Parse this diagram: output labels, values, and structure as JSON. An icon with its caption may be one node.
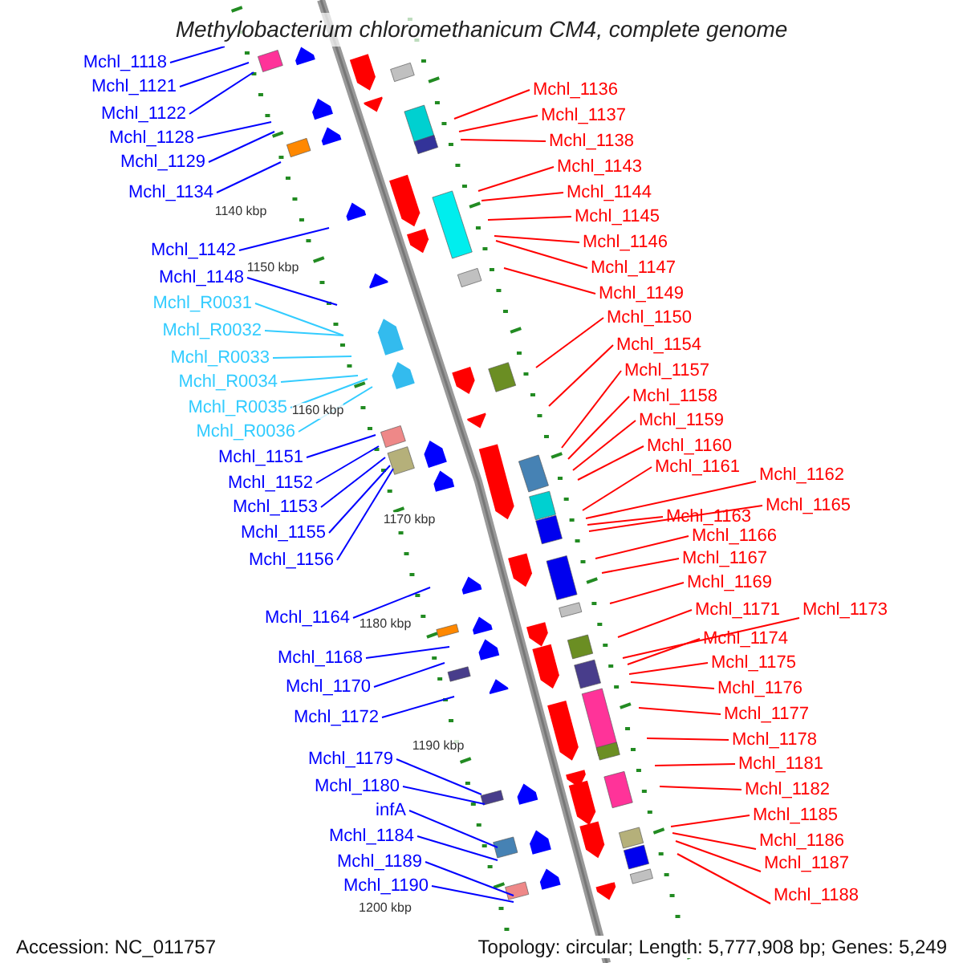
{
  "diagram": {
    "title": "Methylobacterium chloromethanicum CM4, complete genome",
    "nodes": [
      {
        "text": [
          "Mchl_1118"
        ]
      },
      {
        "text": [
          "Mchl_1121"
        ]
      },
      {
        "text": [
          "Mchl_1122"
        ]
      },
      {
        "text": [
          "Mchl_1128"
        ]
      },
      {
        "text": [
          "Mchl_1129"
        ]
      },
      {
        "text": [
          "Mchl_1134"
        ]
      },
      {
        "text": [
          "Mchl_1142"
        ]
      },
      {
        "text": [
          "Mchl_1148"
        ]
      },
      {
        "text": [
          "Mchl_R0031"
        ]
      },
      {
        "text": [
          "Mchl_R0032"
        ]
      },
      {
        "text": [
          "Mchl_R0033"
        ]
      },
      {
        "text": [
          "Mchl_R0034"
        ]
      },
      {
        "text": [
          "Mchl_R0035"
        ]
      },
      {
        "text": [
          "Mchl_R0036"
        ]
      },
      {
        "text": [
          "Mchl_1151"
        ]
      },
      {
        "text": [
          "Mchl_1152"
        ]
      },
      {
        "text": [
          "Mchl_1153"
        ]
      },
      {
        "text": [
          "Mchl_1155"
        ]
      },
      {
        "text": [
          "Mchl_1156"
        ]
      },
      {
        "text": [
          "Mchl_1164"
        ]
      },
      {
        "text": [
          "Mchl_1168"
        ]
      },
      {
        "text": [
          "Mchl_1170"
        ]
      },
      {
        "text": [
          "Mchl_1172"
        ]
      },
      {
        "text": [
          "Mchl_1179"
        ]
      },
      {
        "text": [
          "Mchl_1180"
        ]
      },
      {
        "text": [
          "infA"
        ]
      },
      {
        "text": [
          "Mchl_1184"
        ]
      },
      {
        "text": [
          "Mchl_1189"
        ]
      },
      {
        "text": [
          "Mchl_1190"
        ]
      },
      {
        "text": [
          "Mchl_1136"
        ]
      },
      {
        "text": [
          "Mchl_1137"
        ]
      },
      {
        "text": [
          "Mchl_1138"
        ]
      },
      {
        "text": [
          "Mchl_1143"
        ]
      },
      {
        "text": [
          "Mchl_1144"
        ]
      },
      {
        "text": [
          "Mchl_1145"
        ]
      },
      {
        "text": [
          "Mchl_1146"
        ]
      },
      {
        "text": [
          "Mchl_1147"
        ]
      },
      {
        "text": [
          "Mchl_1149"
        ]
      },
      {
        "text": [
          "Mchl_1150"
        ]
      },
      {
        "text": [
          "Mchl_1154"
        ]
      },
      {
        "text": [
          "Mchl_1157"
        ]
      },
      {
        "text": [
          "Mchl_1158"
        ]
      },
      {
        "text": [
          "Mchl_1159"
        ]
      },
      {
        "text": [
          "Mchl_1160"
        ]
      },
      {
        "text": [
          "Mchl_1161"
        ]
      },
      {
        "text": [
          "Mchl_1162"
        ]
      },
      {
        "text": [
          "Mchl_1163"
        ]
      },
      {
        "text": [
          "Mchl_1165"
        ]
      },
      {
        "text": [
          "Mchl_1166"
        ]
      },
      {
        "text": [
          "Mchl_1167"
        ]
      },
      {
        "text": [
          "Mchl_1169"
        ]
      },
      {
        "text": [
          "Mchl_1171"
        ]
      },
      {
        "text": [
          "Mchl_1173"
        ]
      },
      {
        "text": [
          "Mchl_1174"
        ]
      },
      {
        "text": [
          "Mchl_1175"
        ]
      },
      {
        "text": [
          "Mchl_1176"
        ]
      },
      {
        "text": [
          "Mchl_1177"
        ]
      },
      {
        "text": [
          "Mchl_1178"
        ]
      },
      {
        "text": [
          "Mchl_1181"
        ]
      },
      {
        "text": [
          "Mchl_1182"
        ]
      },
      {
        "text": [
          "Mchl_1185"
        ]
      },
      {
        "text": [
          "Mchl_1186"
        ]
      },
      {
        "text": [
          "Mchl_1187"
        ]
      },
      {
        "text": [
          "Mchl_1188"
        ]
      }
    ],
    "edges": [
      {
        "from": 0,
        "to": null,
        "arrow": "none",
        "color": "#0000ff"
      },
      {
        "from": 1,
        "to": null,
        "arrow": "none",
        "color": "#0000ff"
      },
      {
        "from": 2,
        "to": null,
        "arrow": "none",
        "color": "#0000ff"
      },
      {
        "from": 3,
        "to": null,
        "arrow": "none",
        "color": "#0000ff"
      },
      {
        "from": 4,
        "to": null,
        "arrow": "none",
        "color": "#0000ff"
      },
      {
        "from": 5,
        "to": null,
        "arrow": "none",
        "color": "#0000ff"
      },
      {
        "from": 6,
        "to": null,
        "arrow": "none",
        "color": "#0000ff"
      },
      {
        "from": 7,
        "to": null,
        "arrow": "none",
        "color": "#0000ff"
      },
      {
        "from": 8,
        "to": null,
        "arrow": "none",
        "color": "#33ccff"
      },
      {
        "from": 9,
        "to": null,
        "arrow": "none",
        "color": "#33ccff"
      },
      {
        "from": 10,
        "to": null,
        "arrow": "none",
        "color": "#33ccff"
      },
      {
        "from": 11,
        "to": null,
        "arrow": "none",
        "color": "#33ccff"
      },
      {
        "from": 12,
        "to": null,
        "arrow": "none",
        "color": "#33ccff"
      },
      {
        "from": 13,
        "to": null,
        "arrow": "none",
        "color": "#33ccff"
      },
      {
        "from": 14,
        "to": null,
        "arrow": "none",
        "color": "#0000ff"
      },
      {
        "from": 15,
        "to": null,
        "arrow": "none",
        "color": "#0000ff"
      },
      {
        "from": 16,
        "to": null,
        "arrow": "none",
        "color": "#0000ff"
      },
      {
        "from": 17,
        "to": null,
        "arrow": "none",
        "color": "#0000ff"
      },
      {
        "from": 18,
        "to": null,
        "arrow": "none",
        "color": "#0000ff"
      },
      {
        "from": 19,
        "to": null,
        "arrow": "none",
        "color": "#0000ff"
      },
      {
        "from": 20,
        "to": null,
        "arrow": "none",
        "color": "#0000ff"
      },
      {
        "from": 21,
        "to": null,
        "arrow": "none",
        "color": "#0000ff"
      },
      {
        "from": 22,
        "to": null,
        "arrow": "none",
        "color": "#0000ff"
      },
      {
        "from": 23,
        "to": null,
        "arrow": "none",
        "color": "#0000ff"
      },
      {
        "from": 24,
        "to": null,
        "arrow": "none",
        "color": "#0000ff"
      },
      {
        "from": 25,
        "to": null,
        "arrow": "none",
        "color": "#0000ff"
      },
      {
        "from": 26,
        "to": null,
        "arrow": "none",
        "color": "#0000ff"
      },
      {
        "from": 27,
        "to": null,
        "arrow": "none",
        "color": "#0000ff"
      },
      {
        "from": 28,
        "to": null,
        "arrow": "none",
        "color": "#0000ff"
      },
      {
        "from": 29,
        "to": null,
        "arrow": "none"
      },
      {
        "from": 30,
        "to": null,
        "arrow": "none"
      },
      {
        "from": 31,
        "to": null,
        "arrow": "none"
      },
      {
        "from": 32,
        "to": null,
        "arrow": "none"
      },
      {
        "from": 33,
        "to": null,
        "arrow": "none"
      },
      {
        "from": 34,
        "to": null,
        "arrow": "none"
      },
      {
        "from": 35,
        "to": null,
        "arrow": "none"
      },
      {
        "from": 36,
        "to": null,
        "arrow": "none"
      },
      {
        "from": 37,
        "to": null,
        "arrow": "none"
      },
      {
        "from": 38,
        "to": null,
        "arrow": "none"
      },
      {
        "from": 39,
        "to": null,
        "arrow": "none"
      },
      {
        "from": 40,
        "to": null,
        "arrow": "none"
      },
      {
        "from": 41,
        "to": null,
        "arrow": "none"
      },
      {
        "from": 42,
        "to": null,
        "arrow": "none"
      },
      {
        "from": 43,
        "to": null,
        "arrow": "none"
      },
      {
        "from": 44,
        "to": null,
        "arrow": "none"
      },
      {
        "from": 45,
        "to": null,
        "arrow": "none"
      },
      {
        "from": 46,
        "to": null,
        "arrow": "none"
      },
      {
        "from": 47,
        "to": null,
        "arrow": "none"
      },
      {
        "from": 48,
        "to": null,
        "arrow": "none"
      },
      {
        "from": 49,
        "to": null,
        "arrow": "none"
      },
      {
        "from": 50,
        "to": null,
        "arrow": "none"
      },
      {
        "from": 51,
        "to": null,
        "arrow": "none"
      },
      {
        "from": 52,
        "to": null,
        "arrow": "none"
      },
      {
        "from": 53,
        "to": null,
        "arrow": "none"
      },
      {
        "from": 54,
        "to": null,
        "arrow": "none"
      },
      {
        "from": 55,
        "to": null,
        "arrow": "none"
      },
      {
        "from": 56,
        "to": null,
        "arrow": "none"
      },
      {
        "from": 57,
        "to": null,
        "arrow": "none"
      },
      {
        "from": 58,
        "to": null,
        "arrow": "none"
      },
      {
        "from": 59,
        "to": null,
        "arrow": "none"
      },
      {
        "from": 60,
        "to": null,
        "arrow": "none"
      },
      {
        "from": 61,
        "to": null,
        "arrow": "none"
      },
      {
        "from": 62,
        "to": null,
        "arrow": "none"
      },
      {
        "from": 63,
        "to": null,
        "arrow": "none"
      }
    ],
    "labels": [
      "1140 kbp",
      "1150 kbp",
      "1160 kbp",
      "1170 kbp",
      "1180 kbp",
      "1190 kbp",
      "1200 kbp",
      "Accession: NC_011757",
      "Topology: circular; Length: 5,777,908 bp; Genes: 5,249"
    ]
  }
}
